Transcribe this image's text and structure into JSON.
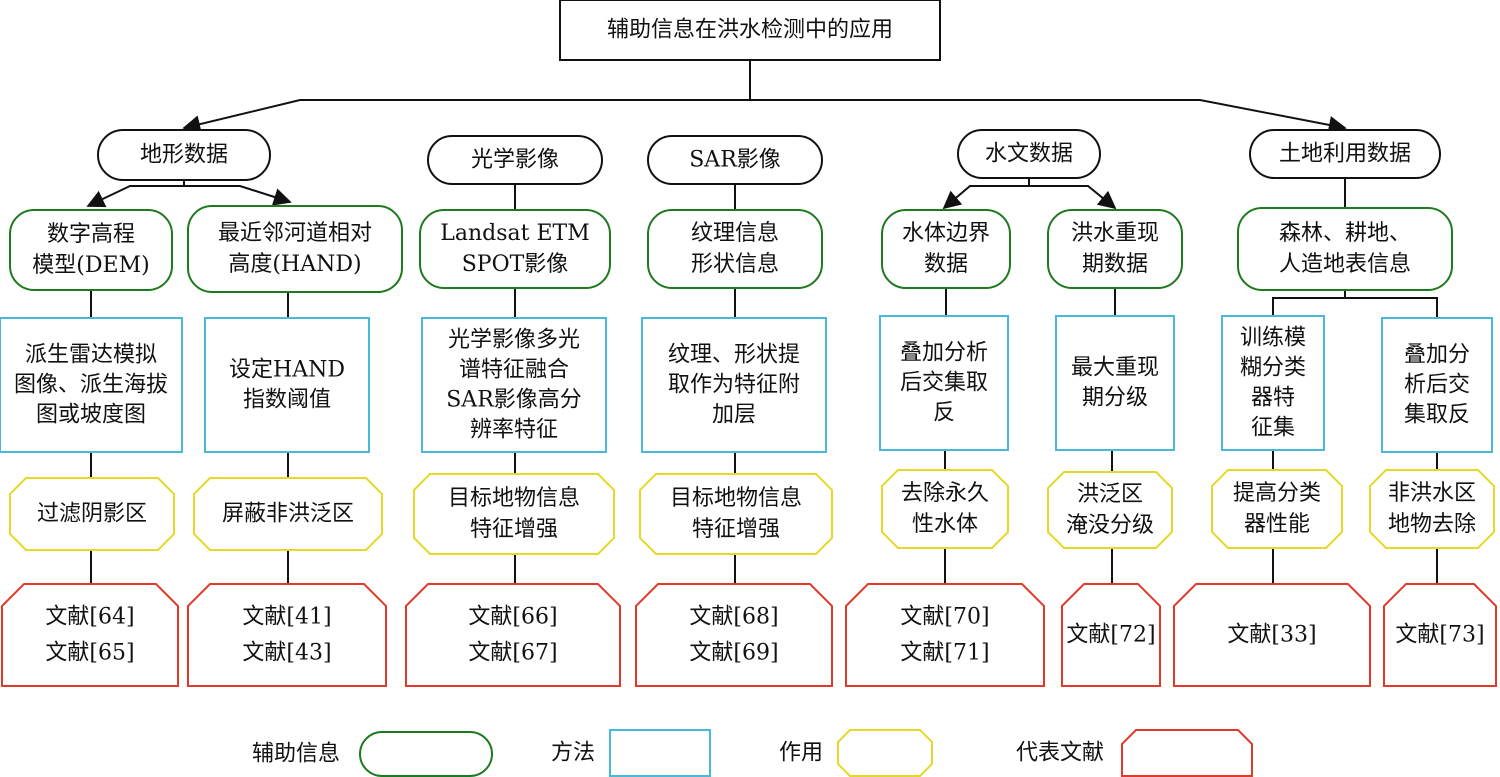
{
  "root": {
    "label": "辅助信息在洪水检测中的应用"
  },
  "categories": [
    {
      "key": "terrain",
      "label": "地形数据"
    },
    {
      "key": "optical",
      "label": "光学影像"
    },
    {
      "key": "sar",
      "label": "SAR影像"
    },
    {
      "key": "hydro",
      "label": "水文数据"
    },
    {
      "key": "landuse",
      "label": "土地利用数据"
    }
  ],
  "info": [
    {
      "key": "dem",
      "lines": [
        "数字高程",
        "模型(DEM)"
      ]
    },
    {
      "key": "hand",
      "lines": [
        "最近邻河道相对",
        "高度(HAND)"
      ]
    },
    {
      "key": "optical",
      "lines": [
        "Landsat ETM",
        "SPOT影像"
      ]
    },
    {
      "key": "sar",
      "lines": [
        "纹理信息",
        "形状信息"
      ]
    },
    {
      "key": "waterbody",
      "lines": [
        "水体边界",
        "数据"
      ]
    },
    {
      "key": "flood-return",
      "lines": [
        "洪水重现",
        "期数据"
      ]
    },
    {
      "key": "landuse",
      "lines": [
        "森林、耕地、",
        "人造地表信息"
      ]
    }
  ],
  "methods": [
    {
      "key": "dem",
      "lines": [
        "派生雷达模拟",
        "图像、派生海拔",
        "图或坡度图"
      ]
    },
    {
      "key": "hand",
      "lines": [
        "设定HAND",
        "指数阈值"
      ]
    },
    {
      "key": "optical",
      "lines": [
        "光学影像多光",
        "谱特征融合",
        "SAR影像高分",
        "辨率特征"
      ]
    },
    {
      "key": "sar",
      "lines": [
        "纹理、形状提",
        "取作为特征附",
        "加层"
      ]
    },
    {
      "key": "waterbody",
      "lines": [
        "叠加分析",
        "后交集取",
        "反"
      ]
    },
    {
      "key": "flood-return",
      "lines": [
        "最大重现",
        "期分级"
      ]
    },
    {
      "key": "fuzzy",
      "lines": [
        "训练模",
        "糊分类",
        "器特",
        "征集"
      ]
    },
    {
      "key": "overlay",
      "lines": [
        "叠加分",
        "析后交",
        "集取反"
      ]
    }
  ],
  "effects": [
    {
      "key": "dem",
      "lines": [
        "过滤阴影区"
      ]
    },
    {
      "key": "hand",
      "lines": [
        "屏蔽非洪泛区"
      ]
    },
    {
      "key": "optical",
      "lines": [
        "目标地物信息",
        "特征增强"
      ]
    },
    {
      "key": "sar",
      "lines": [
        "目标地物信息",
        "特征增强"
      ]
    },
    {
      "key": "waterbody",
      "lines": [
        "去除永久",
        "性水体"
      ]
    },
    {
      "key": "flood-return",
      "lines": [
        "洪泛区",
        "淹没分级"
      ]
    },
    {
      "key": "fuzzy",
      "lines": [
        "提高分类",
        "器性能"
      ]
    },
    {
      "key": "overlay",
      "lines": [
        "非洪水区",
        "地物去除"
      ]
    }
  ],
  "refs": [
    {
      "key": "dem",
      "lines": [
        "文献[64]",
        "文献[65]"
      ]
    },
    {
      "key": "hand",
      "lines": [
        "文献[41]",
        "文献[43]"
      ]
    },
    {
      "key": "optical",
      "lines": [
        "文献[66]",
        "文献[67]"
      ]
    },
    {
      "key": "sar",
      "lines": [
        "文献[68]",
        "文献[69]"
      ]
    },
    {
      "key": "waterbody",
      "lines": [
        "文献[70]",
        "文献[71]"
      ]
    },
    {
      "key": "flood-return",
      "lines": [
        "文献[72]"
      ]
    },
    {
      "key": "fuzzy",
      "lines": [
        "文献[33]"
      ]
    },
    {
      "key": "overlay",
      "lines": [
        "文献[73]"
      ]
    }
  ],
  "legend": [
    {
      "key": "info",
      "label": "辅助信息",
      "color": "#1e7a1e"
    },
    {
      "key": "method",
      "label": "方法",
      "color": "#4ab8d8"
    },
    {
      "key": "effect",
      "label": "作用",
      "color": "#e4d829"
    },
    {
      "key": "ref",
      "label": "代表文献",
      "color": "#e23a2a"
    }
  ],
  "colors": {
    "info": "#1e7a1e",
    "method": "#4ab8d8",
    "effect": "#e4d829",
    "ref": "#e23a2a",
    "line": "#111111"
  }
}
